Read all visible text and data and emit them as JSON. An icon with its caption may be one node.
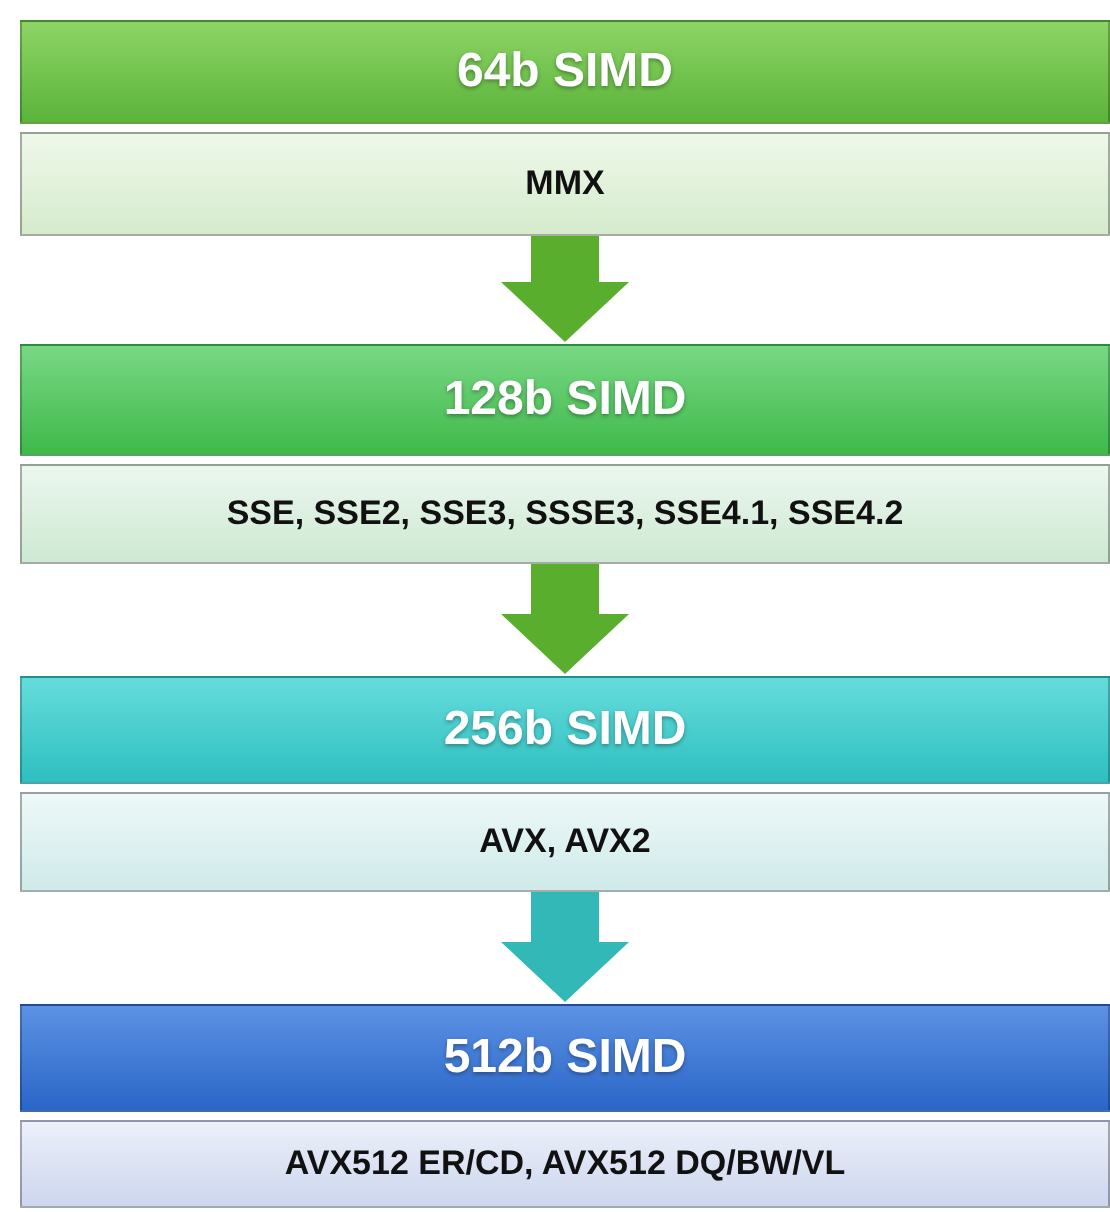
{
  "diagram": {
    "nodes": [
      {
        "text": [
          "64b SIMD"
        ]
      },
      {
        "text": [
          "MMX"
        ]
      },
      {
        "text": [
          "128b SIMD"
        ]
      },
      {
        "text": [
          "SSE, SSE2, SSE3, SSSE3, SSE4.1, SSE4.2"
        ]
      },
      {
        "text": [
          "256b SIMD"
        ]
      },
      {
        "text": [
          "AVX, AVX2"
        ]
      },
      {
        "text": [
          "512b SIMD"
        ]
      },
      {
        "text": [
          "AVX512 ER/CD, AVX512 DQ/BW/VL"
        ]
      }
    ],
    "edges": [
      {
        "from": 1,
        "to": 2,
        "arrow": "to"
      },
      {
        "from": 3,
        "to": 4,
        "arrow": "to"
      },
      {
        "from": 5,
        "to": 6,
        "arrow": "to",
        "color": "#33b8b8"
      }
    ]
  }
}
